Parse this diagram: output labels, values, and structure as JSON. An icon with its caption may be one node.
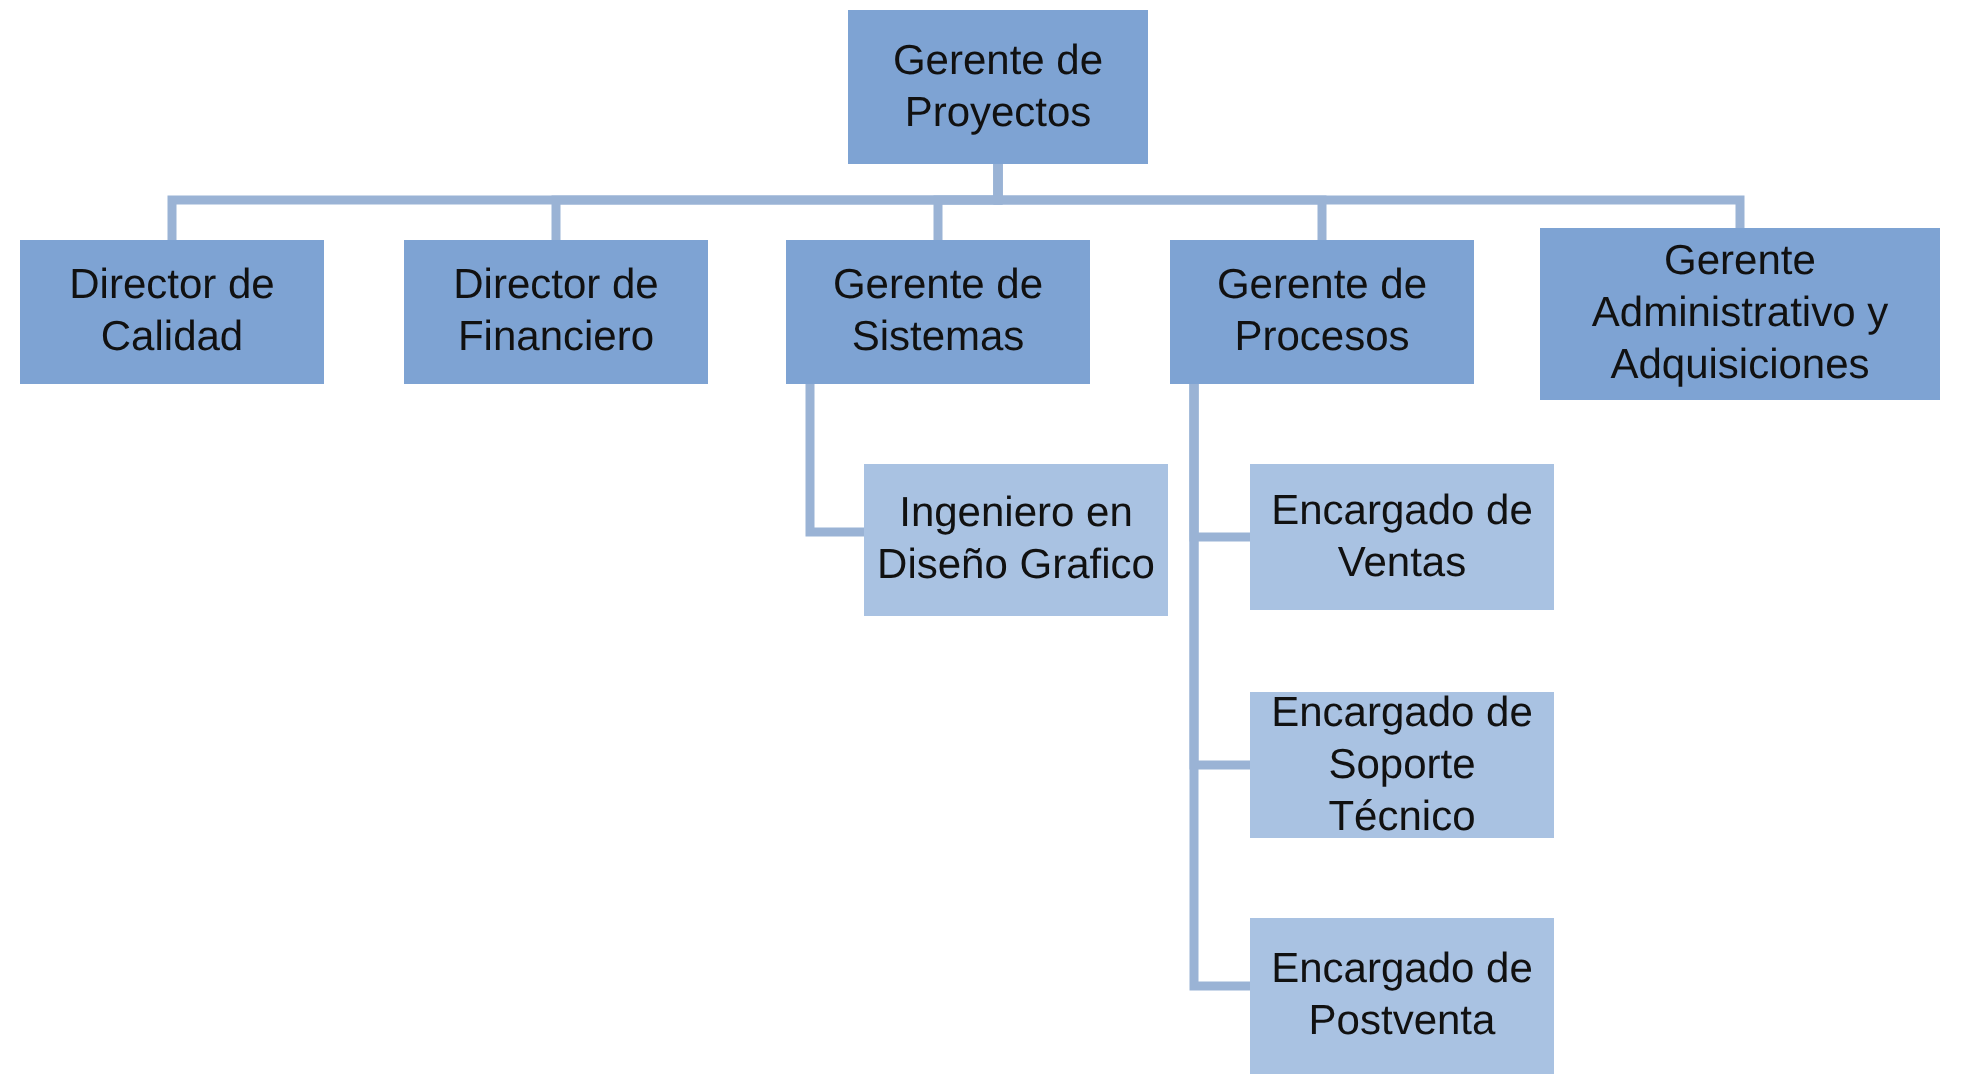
{
  "diagram": {
    "nodes": [
      {
        "text": [
          "Gerente de Proyectos"
        ]
      },
      {
        "text": [
          "Director de Calidad"
        ]
      },
      {
        "text": [
          "Director de Financiero"
        ]
      },
      {
        "text": [
          "Gerente de Sistemas"
        ]
      },
      {
        "text": [
          "Gerente de Procesos"
        ]
      },
      {
        "text": [
          "Gerente Administrativo y Adquisiciones"
        ]
      },
      {
        "text": [
          "Ingeniero en Diseño Grafico"
        ]
      },
      {
        "text": [
          "Encargado de Ventas"
        ]
      },
      {
        "text": [
          "Encargado de Soporte Técnico"
        ]
      },
      {
        "text": [
          "Encargado de Postventa"
        ]
      }
    ],
    "edges": [
      {
        "from": 0,
        "to": 1,
        "arrow": "none"
      },
      {
        "from": 0,
        "to": 2,
        "arrow": "none"
      },
      {
        "from": 0,
        "to": 3,
        "arrow": "none"
      },
      {
        "from": 0,
        "to": 4,
        "arrow": "none"
      },
      {
        "from": 0,
        "to": 5,
        "arrow": "none"
      },
      {
        "from": 3,
        "to": 6,
        "arrow": "none"
      },
      {
        "from": 4,
        "to": 7,
        "arrow": "none"
      },
      {
        "from": 4,
        "to": 8,
        "arrow": "none"
      },
      {
        "from": 4,
        "to": 9,
        "arrow": "none"
      }
    ]
  }
}
